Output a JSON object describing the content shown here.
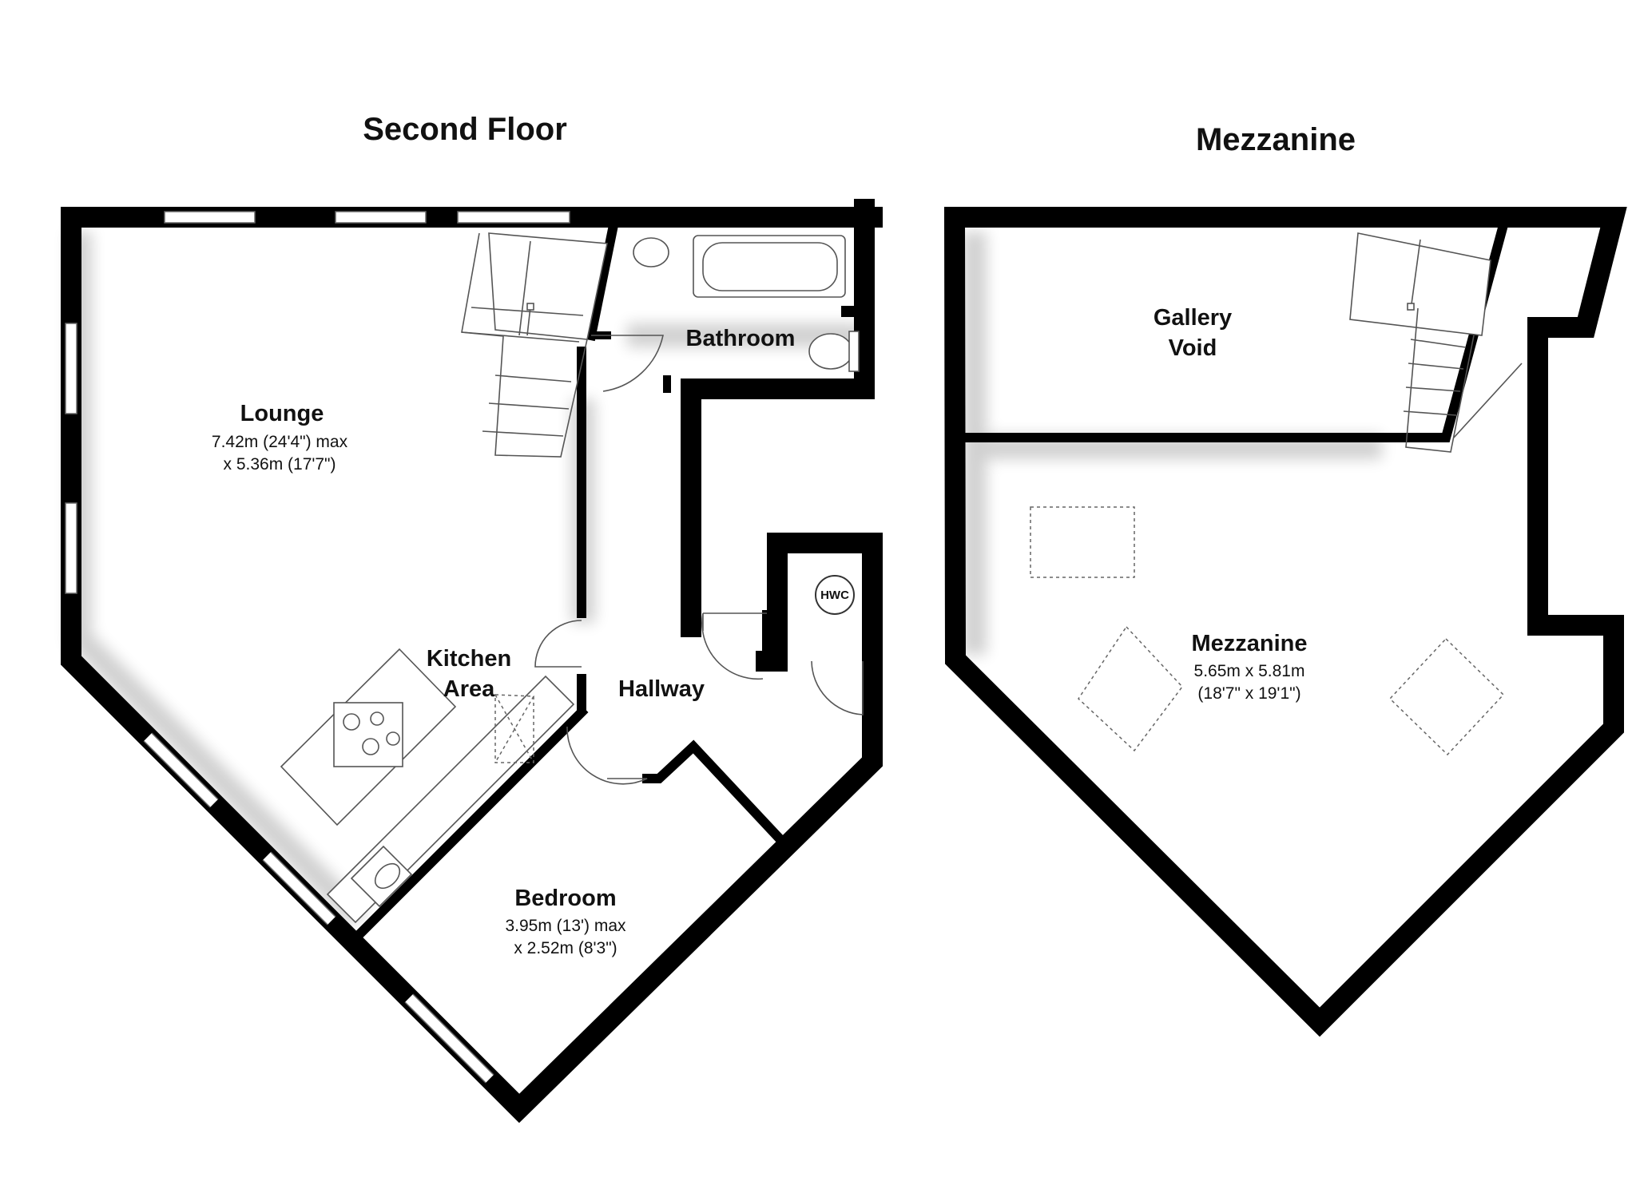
{
  "floors": [
    {
      "title": "Second Floor"
    },
    {
      "title": "Mezzanine"
    }
  ],
  "rooms": {
    "lounge": {
      "name": "Lounge",
      "dim_line1": "7.42m (24'4\") max",
      "dim_line2": "x 5.36m (17'7\")"
    },
    "kitchen": {
      "name_line1": "Kitchen",
      "name_line2": "Area"
    },
    "bathroom": {
      "name": "Bathroom"
    },
    "hallway": {
      "name": "Hallway"
    },
    "hwc": {
      "label": "HWC"
    },
    "bedroom": {
      "name": "Bedroom",
      "dim_line1": "3.95m (13') max",
      "dim_line2": "x 2.52m (8'3\")"
    },
    "gallery_void": {
      "name_line1": "Gallery",
      "name_line2": "Void"
    },
    "mezzanine": {
      "name": "Mezzanine",
      "dim_line1": "5.65m x 5.81m",
      "dim_line2": "(18'7\" x 19'1\")"
    }
  },
  "colors": {
    "wall": "#000000",
    "background": "#ffffff",
    "fixture_line": "#555555"
  }
}
